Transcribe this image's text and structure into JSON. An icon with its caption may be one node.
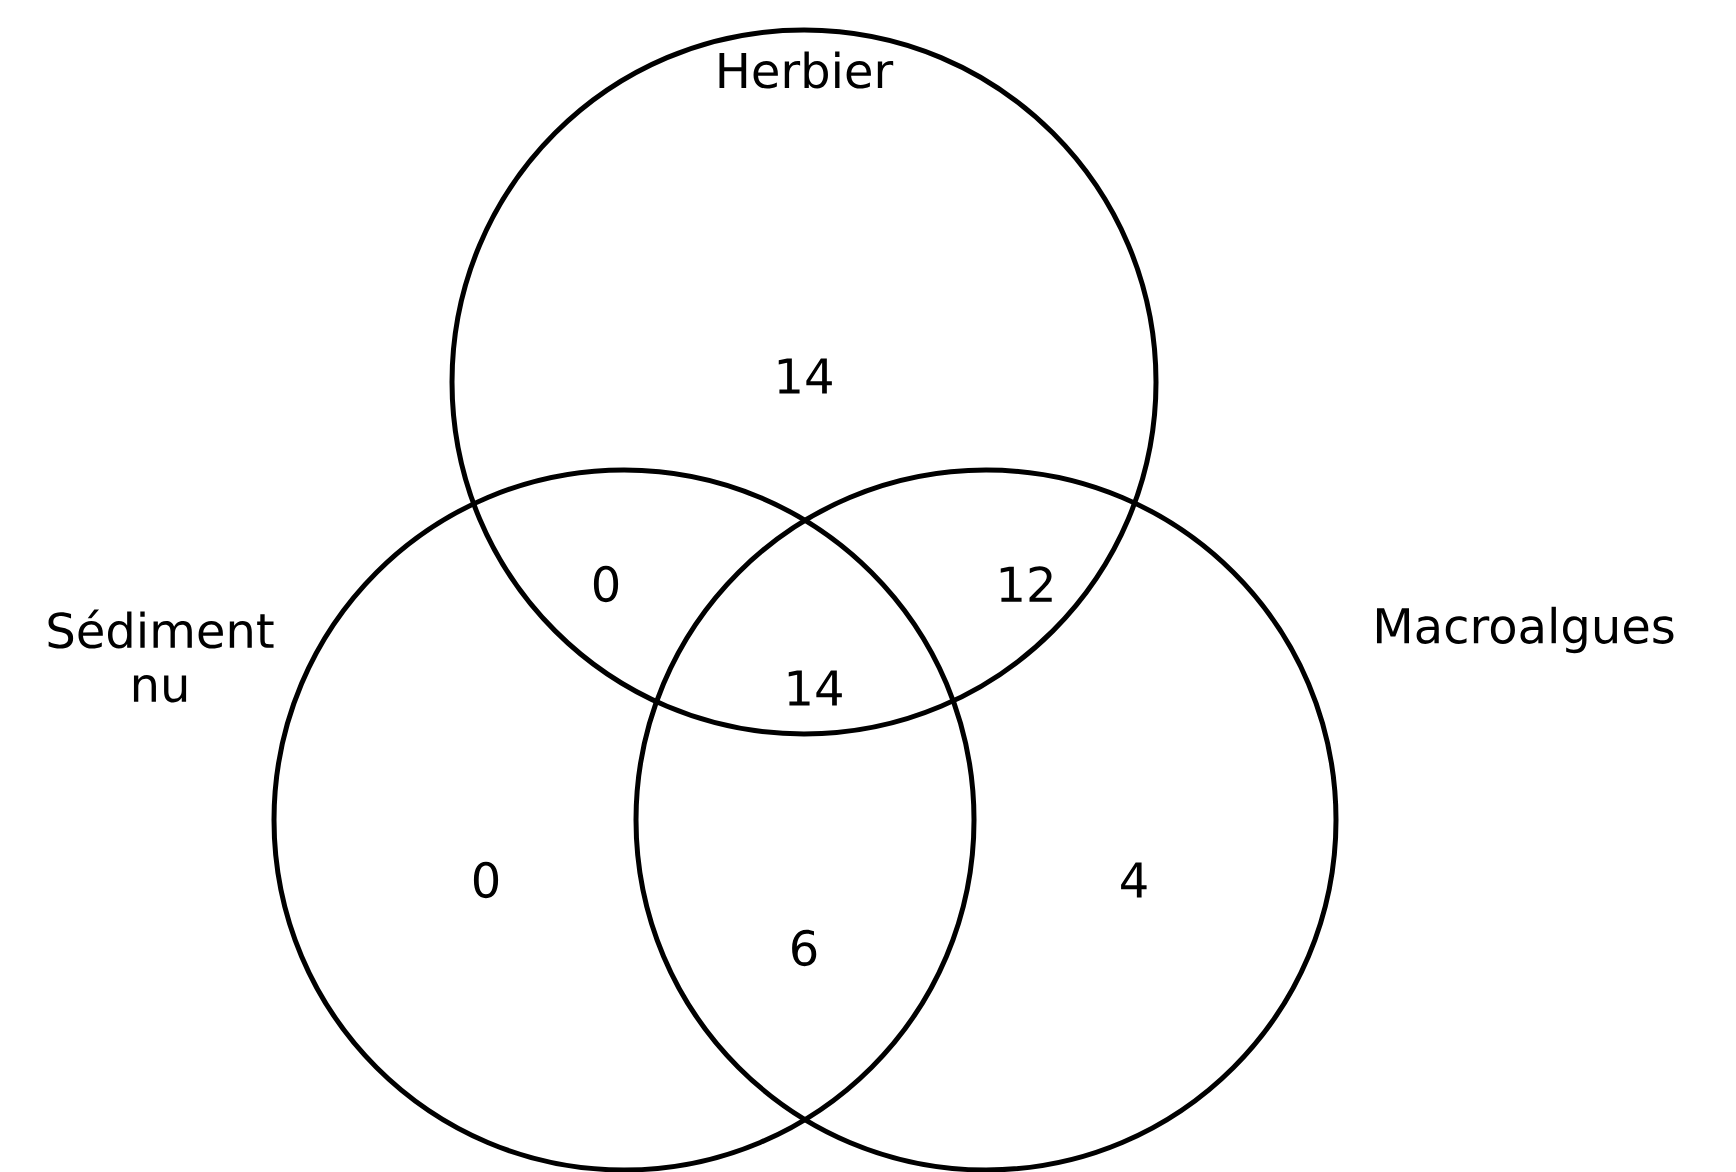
{
  "diagram": {
    "nodes": [
      {
        "text": [
          "Herbier"
        ]
      },
      {
        "text": [
          "Sédiment nu"
        ]
      },
      {
        "text": [
          "Macroalgues"
        ]
      }
    ],
    "labels": [
      "14",
      "0",
      "12",
      "14",
      "0",
      "4",
      "6"
    ]
  }
}
